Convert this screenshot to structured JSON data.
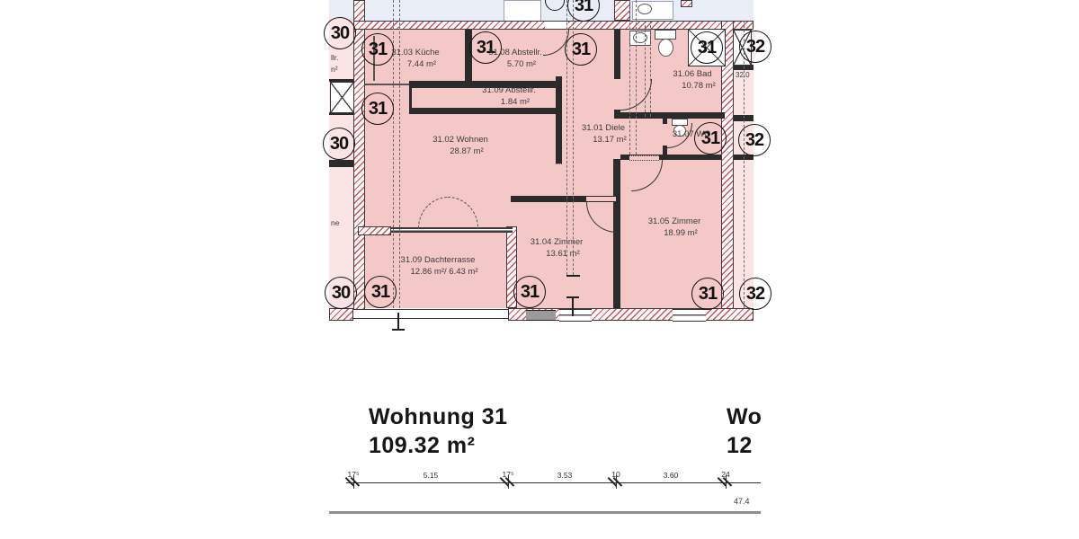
{
  "plan": {
    "unit_label": "31",
    "neighbor_left_label": "30",
    "neighbor_right_label": "32",
    "neighbor_right_room_fragment": "32.0",
    "rooms": [
      {
        "name": "31.03 Küche",
        "area": "7.44 m²"
      },
      {
        "name": "31.08 Abstellr.",
        "area": "5.70 m²"
      },
      {
        "name": "31.09 Abstellr.",
        "area": "1.84 m²"
      },
      {
        "name": "31.02 Wohnen",
        "area": "28.87 m²"
      },
      {
        "name": "31.01 Diele",
        "area": "13.17 m²"
      },
      {
        "name": "31.06 Bad",
        "area": "10.78 m²"
      },
      {
        "name": "31.07 WC"
      },
      {
        "name": "31.04 Zimmer",
        "area": "13.61 m²"
      },
      {
        "name": "31.05 Zimmer",
        "area": "18.99 m²"
      },
      {
        "name": "31.09 Dachterrasse",
        "area": "12.86 m²/ 6.43 m²"
      }
    ],
    "left_fragments": {
      "f1": "llr.",
      "f2": "n²",
      "f3": "ne"
    }
  },
  "summary": {
    "title": "Wohnung 31",
    "area": "109.32 m²",
    "right_title_fragment": "Wo",
    "right_area_fragment": "12"
  },
  "dimensions": {
    "labels": [
      "17⁵",
      "5.15",
      "17⁵",
      "3.53",
      "10",
      "3.60",
      "24"
    ],
    "total_fragment": "47.4"
  },
  "colors": {
    "room_pink": "#f5c8c8",
    "neighbor_pink": "#fae4e4",
    "sky": "#e9edf6",
    "hatch_red": "#d24b5a",
    "wall_dark": "#2b2b2b"
  }
}
